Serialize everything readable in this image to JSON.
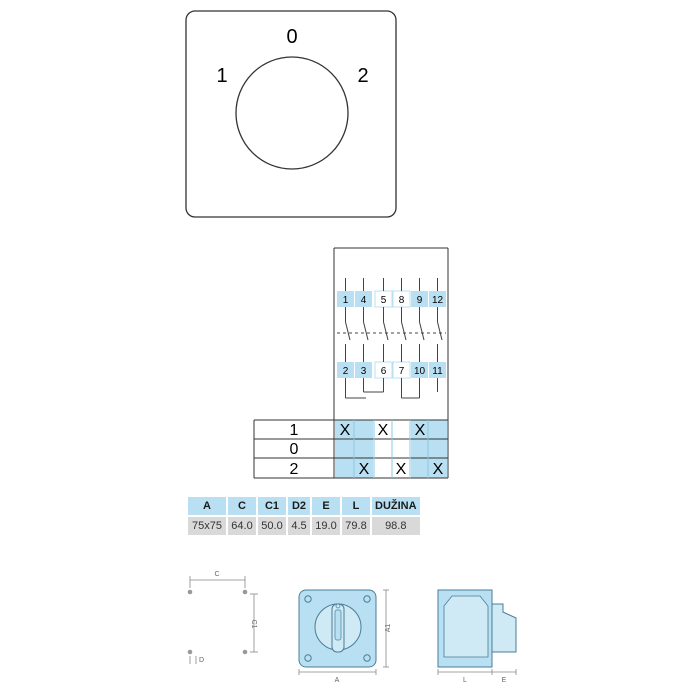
{
  "dial": {
    "pos_0": "0",
    "pos_1": "1",
    "pos_2": "2"
  },
  "contacts": {
    "top": [
      "1",
      "4",
      "5",
      "8",
      "9",
      "12"
    ],
    "bottom": [
      "2",
      "3",
      "6",
      "7",
      "10",
      "11"
    ]
  },
  "switching_table": {
    "rows": [
      {
        "position": "1",
        "marks": [
          "X",
          "",
          "X",
          "",
          "X",
          ""
        ]
      },
      {
        "position": "0",
        "marks": [
          "",
          "",
          "",
          "",
          "",
          ""
        ]
      },
      {
        "position": "2",
        "marks": [
          "",
          "X",
          "",
          "X",
          "",
          "X"
        ]
      }
    ]
  },
  "dimensions": {
    "headers": [
      "A",
      "C",
      "C1",
      "D2",
      "E",
      "L",
      "DUŽINA"
    ],
    "values": [
      "75x75",
      "64.0",
      "50.0",
      "4.5",
      "19.0",
      "79.8",
      "98.8"
    ]
  },
  "drawing_labels": {
    "c": "C",
    "c1": "C1",
    "d": "D",
    "a": "A",
    "a1": "A1",
    "l": "L",
    "e": "E"
  },
  "colors": {
    "accent_blue": "#b8e0f2",
    "line": "#333333",
    "grey_cell": "#d9d9d9"
  }
}
